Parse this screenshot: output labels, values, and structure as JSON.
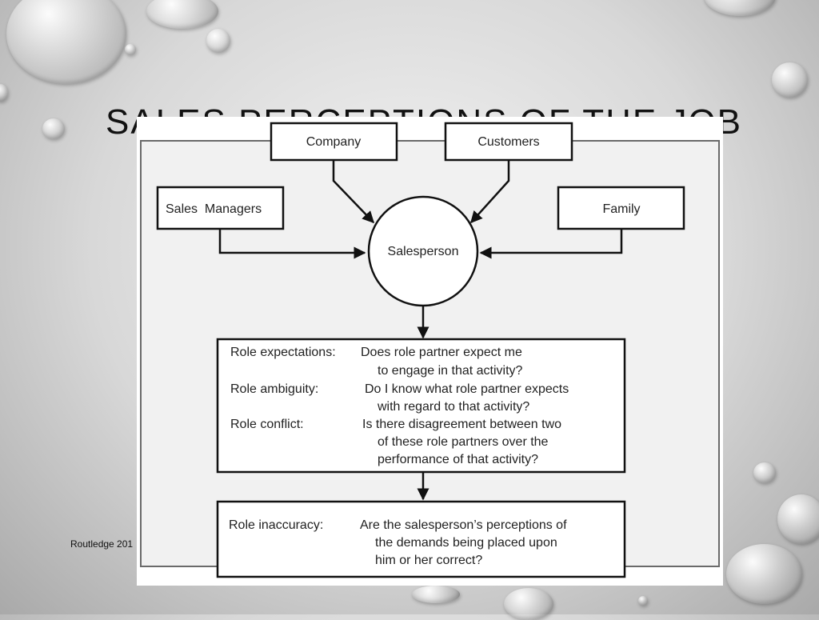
{
  "slide": {
    "title": "SALES PERCEPTIONS OF THE JOB",
    "credit": "Routledge 201"
  },
  "diagram": {
    "nodes": {
      "company": "Company",
      "customers": "Customers",
      "sales_managers": "Sales  Managers",
      "family": "Family",
      "salesperson": "Salesperson"
    },
    "role_box": {
      "expectations_label": "Role expectations:",
      "expectations_line1": "Does role partner expect me",
      "expectations_line2": "to engage in that activity?",
      "ambiguity_label": "Role ambiguity:",
      "ambiguity_line1": "Do I know what role partner expects",
      "ambiguity_line2": "with regard to that activity?",
      "conflict_label": "Role conflict:",
      "conflict_line1": "Is there disagreement between two",
      "conflict_line2": "of these role partners over the",
      "conflict_line3": "performance of that activity?"
    },
    "inaccuracy_box": {
      "label": "Role inaccuracy:",
      "line1": "Are the salesperson’s perceptions of",
      "line2": "the demands being placed upon",
      "line3": "him or her correct?"
    }
  }
}
